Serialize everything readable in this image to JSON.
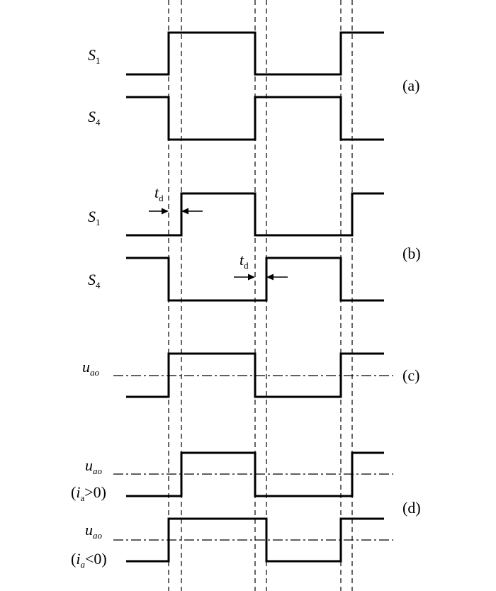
{
  "labels": {
    "S": "S",
    "sub_1": "1",
    "sub_4": "4",
    "u": "u",
    "sub_ao": "ao",
    "t": "t",
    "sub_d": "d",
    "i": "i",
    "sub_a": "a",
    "cond_pos": ">0)",
    "cond_neg": "<0)",
    "open_paren": "("
  },
  "tags": {
    "a": "(a)",
    "b": "(b)",
    "c": "(c)",
    "d": "(d)"
  }
}
